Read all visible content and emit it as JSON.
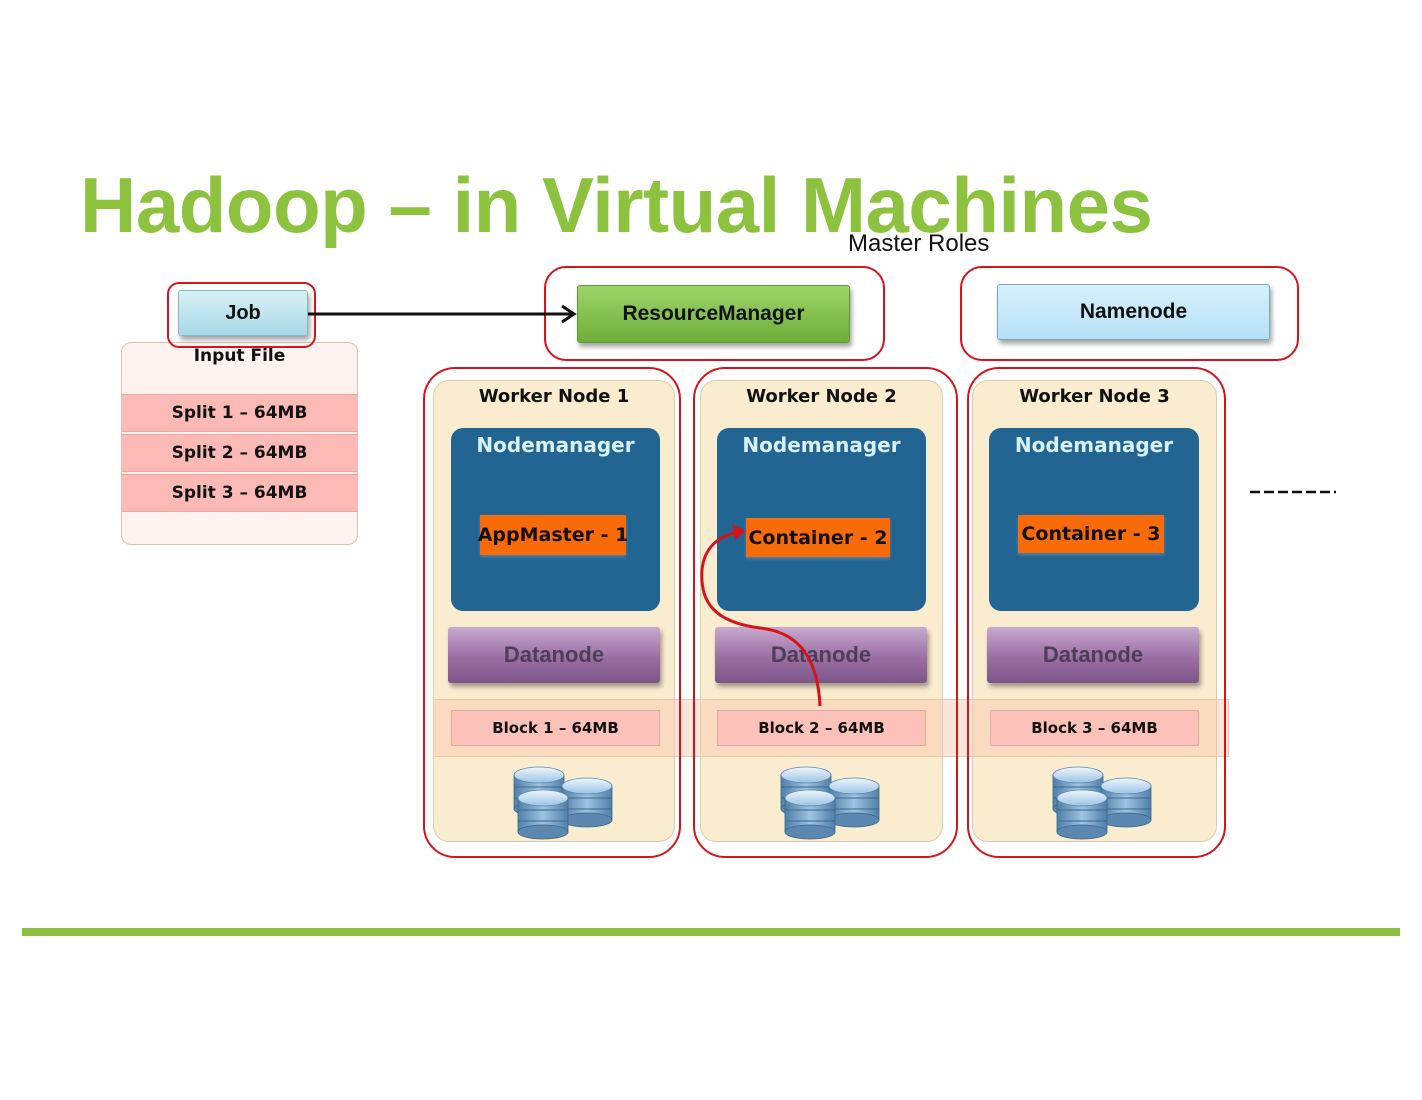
{
  "title": "Hadoop – in Virtual Machines",
  "master_roles_label": "Master Roles",
  "job": {
    "label": "Job"
  },
  "input_file": {
    "label": "Input File",
    "splits": [
      "Split 1 – 64MB",
      "Split 2 – 64MB",
      "Split 3 – 64MB"
    ]
  },
  "master": {
    "resource_manager": "ResourceManager",
    "namenode": "Namenode"
  },
  "workers": [
    {
      "label": "Worker Node 1",
      "nodemanager": "Nodemanager",
      "task": "AppMaster - 1",
      "datanode": "Datanode",
      "block": "Block 1 – 64MB"
    },
    {
      "label": "Worker Node 2",
      "nodemanager": "Nodemanager",
      "task": "Container - 2",
      "datanode": "Datanode",
      "block": "Block 2 – 64MB"
    },
    {
      "label": "Worker Node 3",
      "nodemanager": "Nodemanager",
      "task": "Container - 3",
      "datanode": "Datanode",
      "block": "Block 3 – 64MB"
    }
  ],
  "icons": {
    "storage": "database-stack-icon",
    "more": "dashed-ellipsis-line"
  },
  "colors": {
    "title_green": "#8dc23e",
    "highlight_red": "#d4141c",
    "nodemanager_blue": "#236592",
    "task_orange": "#f96a08",
    "datanode_purple": "#9a6fa3",
    "worker_bg": "#faeccf"
  }
}
